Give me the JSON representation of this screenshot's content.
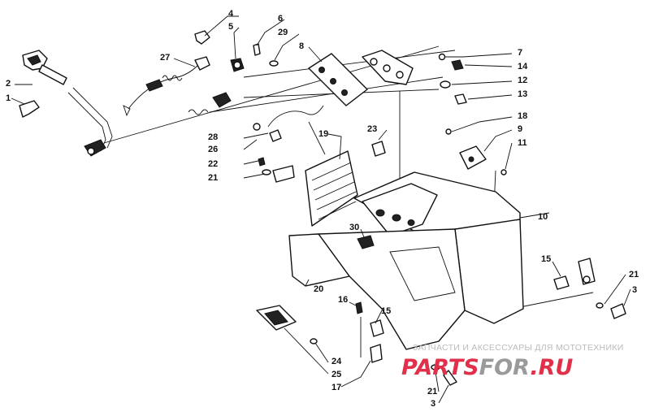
{
  "callouts": {
    "c1": "1",
    "c2": "2",
    "c3a": "3",
    "c3b": "3",
    "c4": "4",
    "c5": "5",
    "c6": "6",
    "c7": "7",
    "c8": "8",
    "c9": "9",
    "c10": "10",
    "c11": "11",
    "c12": "12",
    "c13": "13",
    "c14": "14",
    "c15a": "15",
    "c15b": "15",
    "c16": "16",
    "c17": "17",
    "c18": "18",
    "c19": "19",
    "c20": "20",
    "c21a": "21",
    "c21b": "21",
    "c21c": "21",
    "c22": "22",
    "c23": "23",
    "c24": "24",
    "c25": "25",
    "c26": "26",
    "c27": "27",
    "c28": "28",
    "c29": "29",
    "c30": "30"
  },
  "watermark": {
    "tagline": "ЗАПЧАСТИ И АКСЕССУАРЫ ДЛЯ МОТОТЕХНИКИ",
    "logo_part1": "PARTS",
    "logo_part2": "FOR",
    "logo_part3": ".RU",
    "logo_red": "#e0304a",
    "logo_gray": "#9a9a9a"
  }
}
